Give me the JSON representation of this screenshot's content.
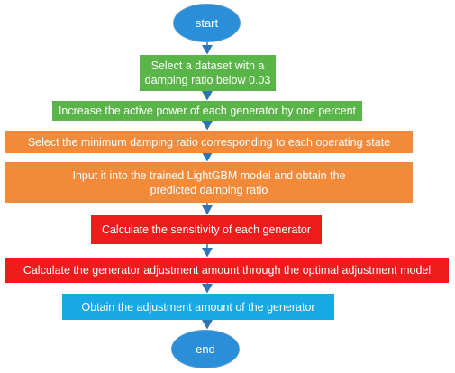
{
  "flowchart": {
    "start": "start",
    "end": "end",
    "steps": [
      {
        "text": "Select a dataset with a damping ratio below 0.03",
        "fill": "#5ab548"
      },
      {
        "text": "Increase the active power of each generator by one percent",
        "fill": "#5ab548"
      },
      {
        "text": "Select the minimum damping ratio corresponding to each operating state",
        "fill": "#f28a3a"
      },
      {
        "text": "Input it into the trained LightGBM model and obtain the predicted damping ratio",
        "fill": "#f28a3a"
      },
      {
        "text": "Calculate the sensitivity of each generator",
        "fill": "#ee1c1c"
      },
      {
        "text": "Calculate the generator adjustment amount through the optimal adjustment model",
        "fill": "#ee1c1c"
      },
      {
        "text": "Obtain the adjustment amount of the generator",
        "fill": "#18a8e6"
      }
    ],
    "colors": {
      "start_end": "#2a8fd8",
      "arrow": "#2e75b6"
    }
  }
}
